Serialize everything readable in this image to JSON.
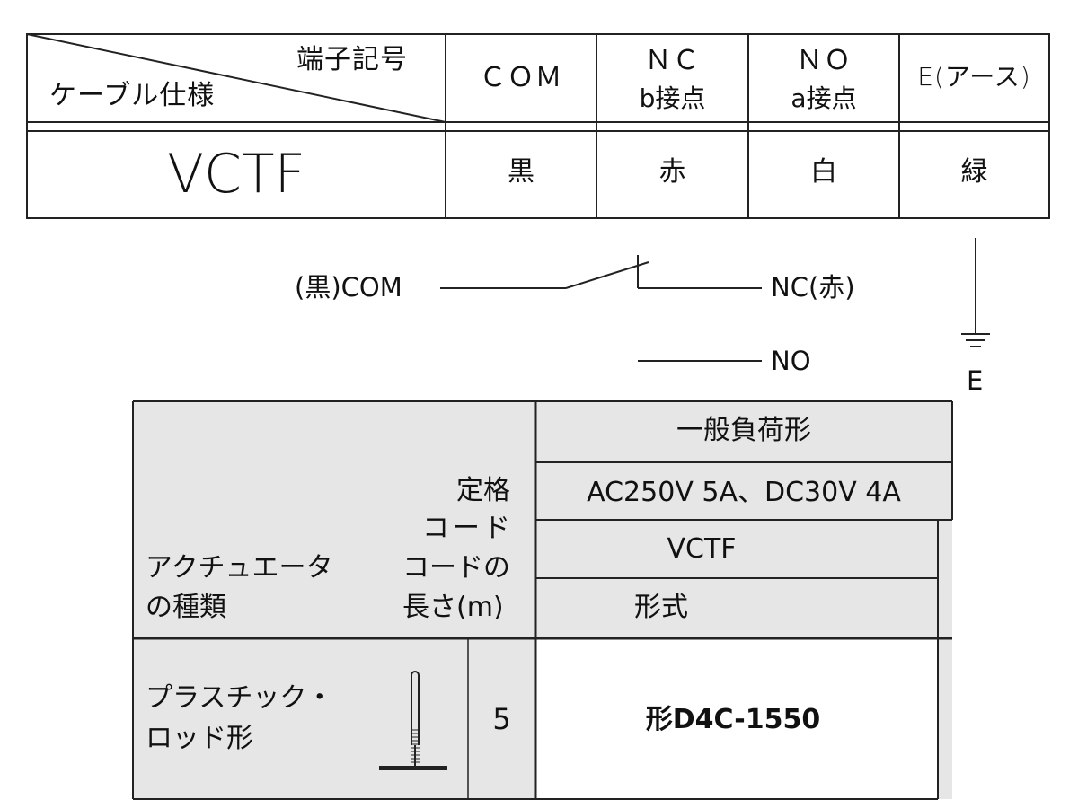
{
  "wiring_table": {
    "corner_top": "端子記号",
    "corner_bottom": "ケーブル仕様",
    "columns": [
      {
        "line1": "ＣＯＭ",
        "line2": ""
      },
      {
        "line1": "ＮＣ",
        "line2": "b接点"
      },
      {
        "line1": "ＮＯ",
        "line2": "a接点"
      },
      {
        "line1": "E(アース)",
        "line2": ""
      }
    ],
    "row": {
      "cable": "VCTF",
      "colors": [
        "黒",
        "赤",
        "白",
        "緑"
      ]
    }
  },
  "circuit": {
    "com_label": "(黒)COM",
    "nc_label": "NC(赤)",
    "no_label": "NO",
    "ground_label": "E"
  },
  "spec_table": {
    "actuator_header_1": "アクチュエータ",
    "actuator_header_2": "の種類",
    "rating_label": "定格",
    "cord_label": "コード",
    "cord_length_1": "コードの",
    "cord_length_2": "長さ(m)",
    "load_type": "一般負荷形",
    "rating_value": "AC250V  5A、DC30V  4A",
    "cord_value": "VCTF",
    "model_header": "形式",
    "rows": [
      {
        "actuator_1": "プラスチック・",
        "actuator_2": "ロッド形",
        "length": "5",
        "model": "形D4C-1550"
      }
    ]
  }
}
